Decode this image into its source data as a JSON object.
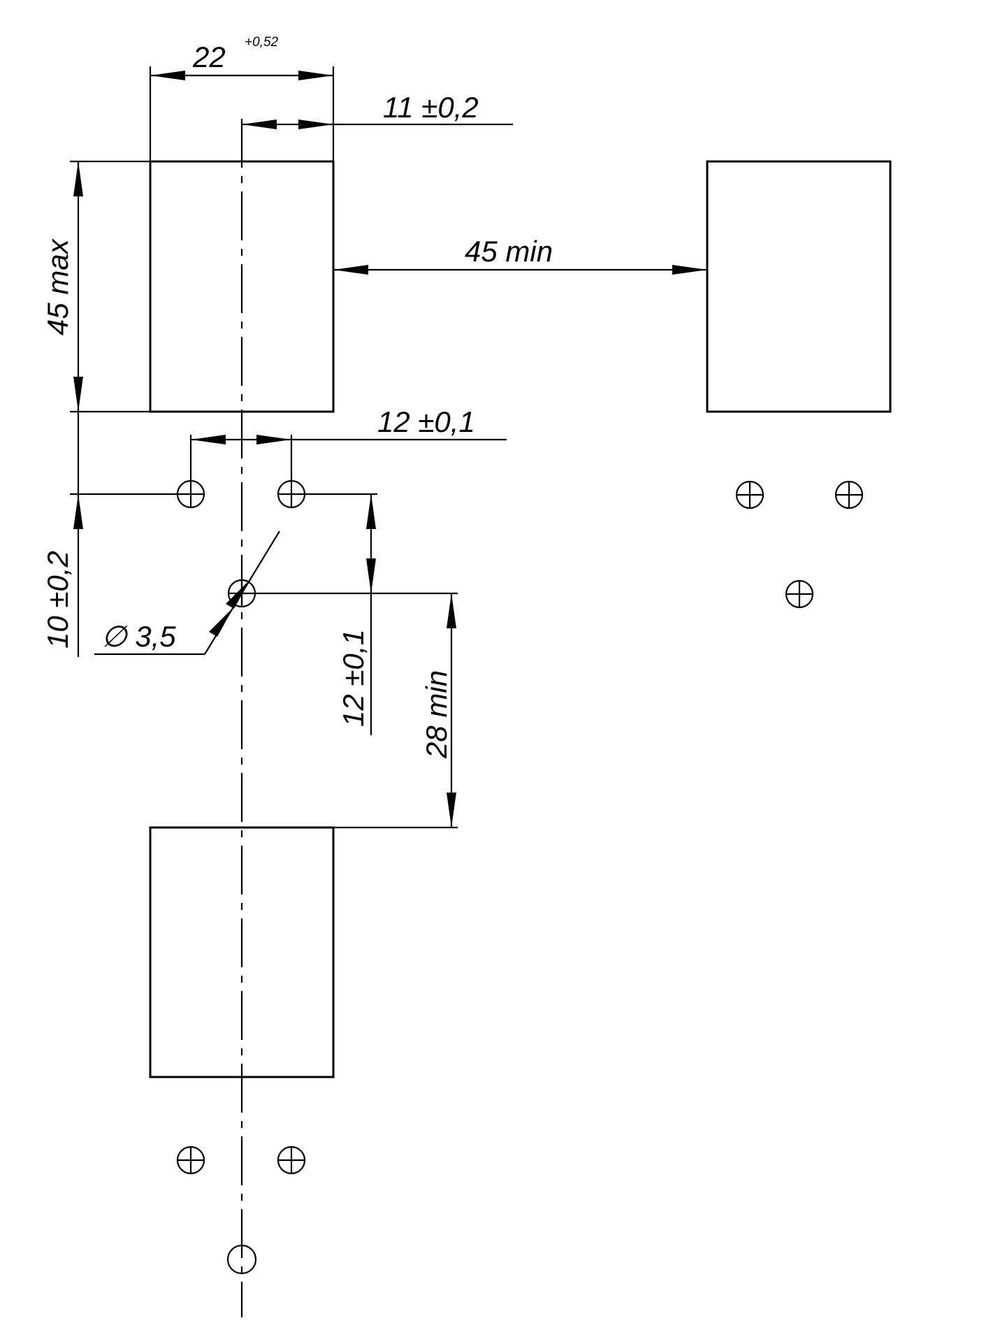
{
  "dimensions": {
    "width_nominal": "22",
    "width_tolerance": "+0,52",
    "half_width": "11  ±0,2",
    "height_max": "45 max",
    "spacing_horizontal": "45  min",
    "pin_pitch_horizontal": "12  ±0,1",
    "pin_offset_vertical": "10  ±0,2",
    "pin_pitch_vertical": "12  ±0,1",
    "spacing_vertical": "28  min",
    "hole_diameter": "∅  3,5"
  }
}
